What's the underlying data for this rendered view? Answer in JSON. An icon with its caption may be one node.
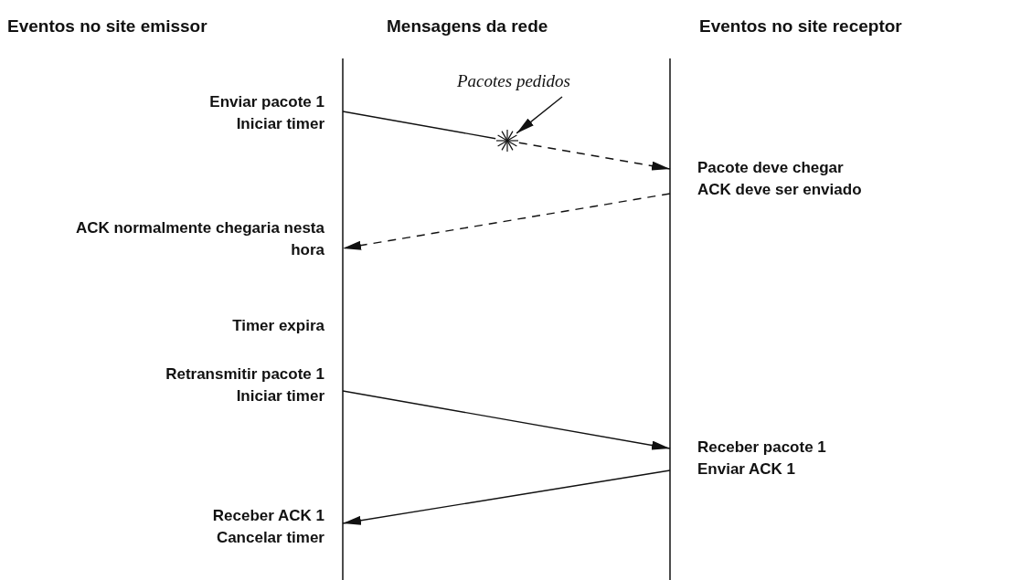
{
  "diagram": {
    "nodes": [
      {
        "text": [
          "Enviar pacote 1",
          "Iniciar timer"
        ]
      },
      {
        "text": [
          "Pacotes pedidos"
        ]
      },
      {
        "text": [],
        "shape": "star"
      },
      {
        "text": [
          "Pacote deve chegar",
          "ACK deve ser enviado"
        ]
      },
      {
        "text": [
          "ACK normalmente chegaria nesta hora"
        ]
      },
      {
        "text": [
          "Timer expira"
        ]
      },
      {
        "text": [
          "Retransmitir pacote 1",
          "Iniciar timer"
        ]
      },
      {
        "text": [
          "Receber pacote 1",
          "Enviar ACK 1"
        ]
      },
      {
        "text": [
          "Receber ACK 1",
          "Cancelar timer"
        ]
      }
    ],
    "edges": [
      {
        "from": 0,
        "to": 2,
        "arrow": "none"
      },
      {
        "from": 2,
        "to": 3,
        "arrow": "to",
        "style": "dashed"
      },
      {
        "from": 1,
        "to": 2,
        "arrow": "to"
      },
      {
        "from": 3,
        "to": 4,
        "arrow": "to",
        "style": "dashed"
      },
      {
        "from": 6,
        "to": 7,
        "arrow": "to"
      },
      {
        "from": 7,
        "to": 8,
        "arrow": "to"
      }
    ],
    "labels": [
      "Eventos no site emissor",
      "Mensagens da rede",
      "Eventos no site receptor"
    ]
  }
}
